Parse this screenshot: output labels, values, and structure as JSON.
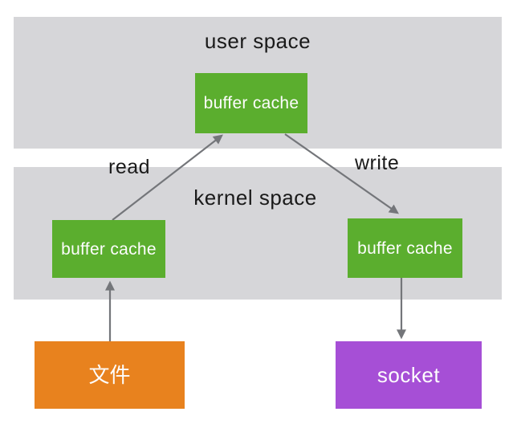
{
  "bands": {
    "user_space": {
      "label": "user space"
    },
    "kernel_space": {
      "label": "kernel space"
    }
  },
  "nodes": {
    "user_buffer_cache": {
      "label": "buffer cache"
    },
    "kernel_buffer_cache_left": {
      "label": "buffer cache"
    },
    "kernel_buffer_cache_right": {
      "label": "buffer cache"
    },
    "file": {
      "label": "文件"
    },
    "socket": {
      "label": "socket"
    }
  },
  "edges": {
    "read": {
      "label": "read"
    },
    "write": {
      "label": "write"
    }
  },
  "colors": {
    "band_gray": "#d6d6d9",
    "node_green": "#5bae2e",
    "node_orange": "#e8821e",
    "node_purple": "#a64fd6",
    "arrow_gray": "#74767a",
    "label_text": "#1a1a1a",
    "node_text": "#fdfdfd",
    "background": "#ffffff"
  }
}
